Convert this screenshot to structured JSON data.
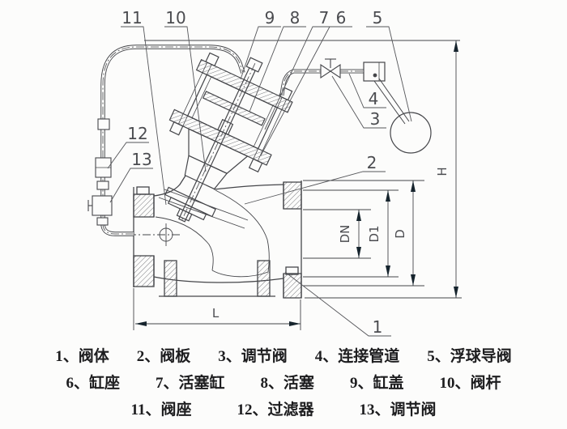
{
  "drawing": {
    "callouts": [
      {
        "label": "1"
      },
      {
        "label": "2"
      },
      {
        "label": "3"
      },
      {
        "label": "4"
      },
      {
        "label": "5"
      },
      {
        "label": "6"
      },
      {
        "label": "7"
      },
      {
        "label": "8"
      },
      {
        "label": "9"
      },
      {
        "label": "10"
      },
      {
        "label": "11"
      },
      {
        "label": "12"
      },
      {
        "label": "13"
      }
    ],
    "dims": {
      "h": "H",
      "d": "D",
      "d1": "D1",
      "dn": "DN",
      "l": "L"
    }
  },
  "parts_list": {
    "rows": [
      {
        "items": [
          {
            "label": "1、阀体"
          },
          {
            "label": "2、阀板"
          },
          {
            "label": "3、调节阀"
          },
          {
            "label": "4、连接管道"
          },
          {
            "label": "5、浮球导阀"
          }
        ]
      },
      {
        "items": [
          {
            "label": "6、缸座"
          },
          {
            "label": "7、活塞缸"
          },
          {
            "label": "8、活塞"
          },
          {
            "label": "9、缸盖"
          },
          {
            "label": "10、阀杆"
          }
        ]
      },
      {
        "items": [
          {
            "label": "11、阀座"
          },
          {
            "label": "12、过滤器"
          },
          {
            "label": "13、调节阀"
          }
        ]
      }
    ]
  },
  "colors": {
    "line": "#45464a",
    "arrow": "#16242d",
    "text": "#1d1d1f",
    "background": "#fcfcfb"
  }
}
